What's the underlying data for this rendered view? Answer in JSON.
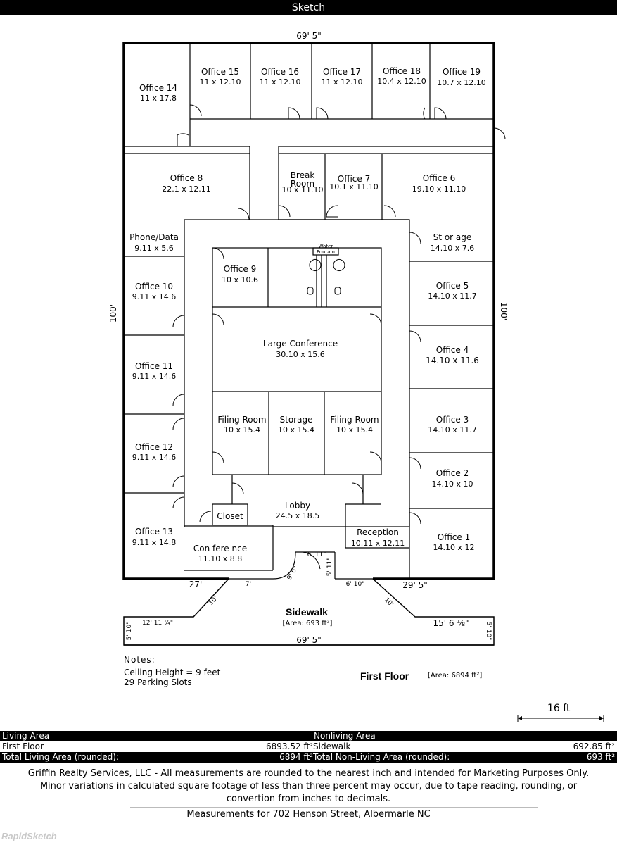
{
  "header": {
    "title": "Sketch"
  },
  "plan": {
    "top_dimension": "69' 5\"",
    "bottom_dimension": "69' 5\"",
    "left_dimension": "100'",
    "right_dimension": "100'",
    "rooms": {
      "office14": {
        "name": "Office 14",
        "size": "11 x 17.8"
      },
      "office15": {
        "name": "Office 15",
        "size": "11 x 12.10"
      },
      "office16": {
        "name": "Office 16",
        "size": "11 x 12.10"
      },
      "office17": {
        "name": "Office 17",
        "size": "11 x 12.10"
      },
      "office18": {
        "name": "Office 18",
        "size": "10.4 x 12.10"
      },
      "office19": {
        "name": "Office 19",
        "size": "10.7 x 12.10"
      },
      "office8": {
        "name": "Office 8",
        "size": "22.1 x 12.11"
      },
      "break_room_line1": "Break",
      "break_room_line2": "Room",
      "break_room_size": "10 x 11.10",
      "office7": {
        "name": "Office 7",
        "size": "10.1 x 11.10"
      },
      "office6": {
        "name": "Office 6",
        "size": "19.10 x 11.10"
      },
      "phone_data": {
        "name": "Phone/Data",
        "size": "9.11 x 5.6"
      },
      "storage_right": {
        "name": "St or age",
        "size": "14.10 x 7.6"
      },
      "water_line1": "Water",
      "water_line2": "Foutain",
      "office9": {
        "name": "Office 9",
        "size": "10 x 10.6"
      },
      "office10": {
        "name": "Office 10",
        "size": "9.11 x 14.6"
      },
      "office5": {
        "name": "Office 5",
        "size": "14.10 x 11.7"
      },
      "large_conference": {
        "name": "Large Conference",
        "size": "30.10 x 15.6"
      },
      "office11": {
        "name": "Office 11",
        "size": "9.11 x 14.6"
      },
      "office4": {
        "name": "Office 4",
        "size": "14.10 x 11.6"
      },
      "filing_room_left": {
        "name": "Filing Room",
        "size": "10 x 15.4"
      },
      "storage_center": {
        "name": "Storage",
        "size": "10 x 15.4"
      },
      "filing_room_right": {
        "name": "Filing Room",
        "size": "10 x 15.4"
      },
      "office3": {
        "name": "Office 3",
        "size": "14.10 x 11.7"
      },
      "office12": {
        "name": "Office 12",
        "size": "9.11 x 14.6"
      },
      "office2": {
        "name": "Office 2",
        "size": "14.10 x 10"
      },
      "lobby": {
        "name": "Lobby",
        "size": "24.5 x 18.5"
      },
      "closet": {
        "name": "Closet"
      },
      "reception": {
        "name": "Reception",
        "size": "10.11 x 12.11"
      },
      "office13": {
        "name": "Office 13",
        "size": "9.11 x 14.8"
      },
      "conference": {
        "name": "Con fere nce",
        "size": "11.10 x 8.8"
      },
      "office1": {
        "name": "Office 1",
        "size": "14.10 x 12"
      }
    },
    "entry_dims": {
      "d_6_11": "6' 11\"",
      "d_9_6": "9' 6\"",
      "d_5_11": "5' 11\"",
      "d_27": "27'",
      "d_7": "7'",
      "d_6_10": "6' 10\"",
      "d_29_5": "29' 5\"",
      "d_10_left": "10'",
      "d_10_right": "10'"
    },
    "sidewalk": {
      "name": "Sidewalk",
      "area": "[Area: 693 ft²]",
      "left_length": "12' 11 ¼\"",
      "right_length": "15' 6 ⅛\"",
      "left_depth": "5' 10\"",
      "right_depth": "5' 10\""
    }
  },
  "notes": {
    "heading": "Notes:",
    "line1": "Ceiling Height = 9 feet",
    "line2": "29 Parking Slots"
  },
  "floor": {
    "label": "First Floor",
    "area": "[Area: 6894 ft²]"
  },
  "scale": {
    "label": "16 ft"
  },
  "area_table": {
    "living_header": "Living Area",
    "nonliving_header": "Nonliving Area",
    "row1": {
      "label": "First Floor",
      "value": "6893.52 ft²",
      "nonliving_label": "Sidewalk",
      "nonliving_value": "692.85 ft²"
    },
    "row2": {
      "label": "Total Living Area (rounded):",
      "value": "6894 ft²",
      "nonliving_label": "Total Non-Living Area (rounded):",
      "nonliving_value": "693 ft²"
    }
  },
  "disclaimer": {
    "line1": "Griffin Realty Services, LLC - All measurements are rounded to the nearest inch and intended for Marketing Purposes Only.",
    "line2": "Minor variations in calculated square footage of less than three percent may occur, due to tape reading, rounding, or",
    "line3": "convertion from inches to decimals."
  },
  "measurements": "Measurements for 702 Henson Street, Albermarle NC",
  "brand": "RapidSketch"
}
